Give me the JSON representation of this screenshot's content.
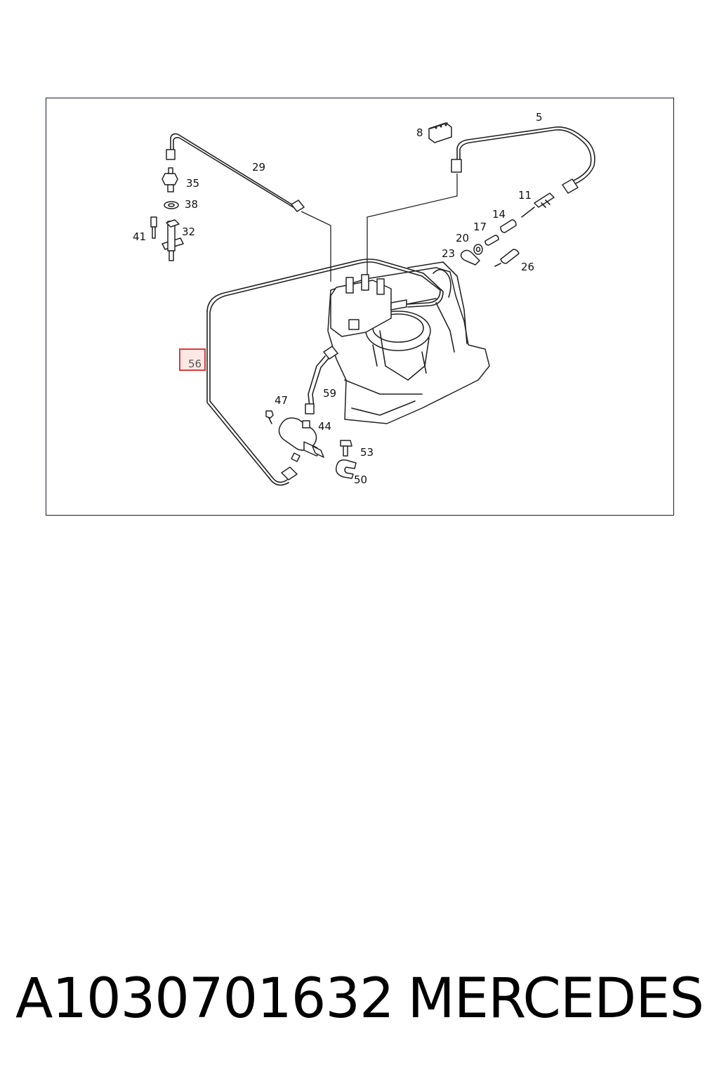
{
  "diagram": {
    "highlight_color": "#e03a3a",
    "callouts": [
      "5",
      "8",
      "29",
      "35",
      "38",
      "41",
      "32",
      "11",
      "14",
      "17",
      "20",
      "23",
      "26",
      "56",
      "47",
      "59",
      "44",
      "53",
      "50"
    ],
    "highlighted_callout": "56"
  },
  "footer": {
    "part_number": "A1030701632",
    "manufacturer": "MERCEDES"
  }
}
